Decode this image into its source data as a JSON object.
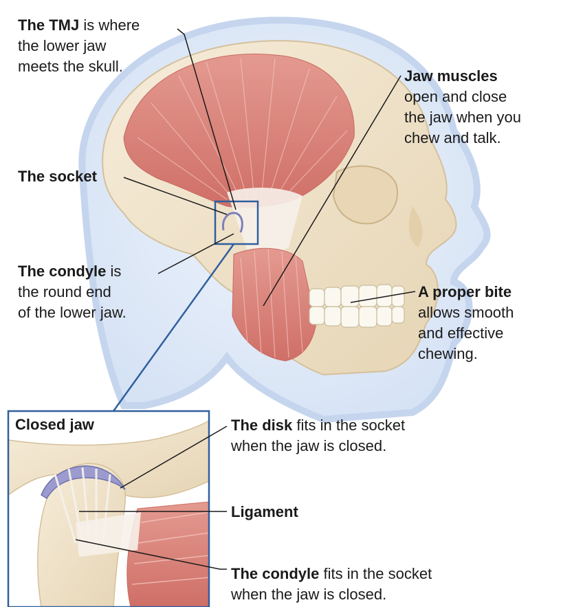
{
  "colors": {
    "background": "#ffffff",
    "head_glow": "#dfe9f7",
    "bone": "#f2e6cf",
    "bone_shadow": "#e3d2b0",
    "muscle": "#d9837a",
    "muscle_light": "#efb4ab",
    "tendon": "#f6f1ea",
    "frame_blue": "#2f5f9e",
    "leader_line": "#1a1a1a",
    "disk": "#8f8fc6",
    "text": "#1a1a1a"
  },
  "labels": {
    "tmj": {
      "bold": "The TMJ",
      "rest": " is where",
      "line2": "the lower jaw",
      "line3": "meets the skull."
    },
    "socket": {
      "bold": "The socket"
    },
    "condyle": {
      "bold": "The condyle",
      "rest": " is",
      "line2": "the round end",
      "line3": "of the lower jaw."
    },
    "jaw_muscles": {
      "bold": "Jaw muscles",
      "line2": "open and close",
      "line3": "the jaw when you",
      "line4": "chew and talk."
    },
    "bite": {
      "bold": "A proper bite",
      "line2": "allows smooth",
      "line3": "and effective",
      "line4": "chewing."
    },
    "disk": {
      "bold": "The disk",
      "rest": " fits in the socket",
      "line2": "when the jaw is closed."
    },
    "ligament": {
      "bold": "Ligament"
    },
    "condyle_inset": {
      "bold": "The condyle",
      "rest": " fits in the socket",
      "line2": "when the jaw is closed."
    }
  },
  "inset": {
    "title": "Closed jaw"
  }
}
